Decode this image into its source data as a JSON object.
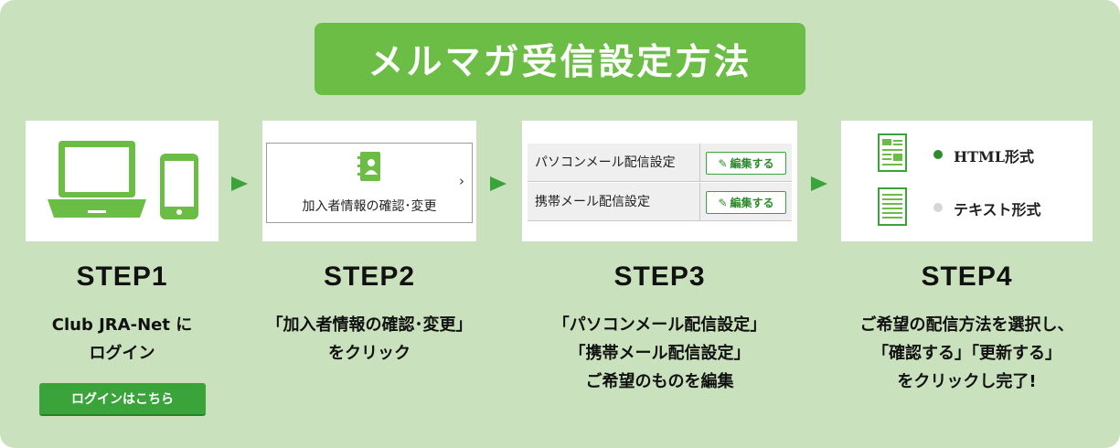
{
  "title": "メルマガ受信設定方法",
  "colors": {
    "panel_bg": "#c9e2bd",
    "banner": "#6cbd45",
    "accent_green": "#3aa33a",
    "icon_green": "#6cbd45"
  },
  "steps": [
    {
      "title": "STEP1",
      "desc": [
        "Club JRA-Net に",
        "ログイン"
      ],
      "icons": [
        "laptop-icon",
        "smartphone-icon"
      ],
      "button_label": "ログインはこちら"
    },
    {
      "title": "STEP2",
      "desc": [
        "「加入者情報の確認･変更」",
        "をクリック"
      ],
      "card_label": "加入者情報の確認･変更",
      "icons": [
        "address-book-icon",
        "chevron-right-icon"
      ]
    },
    {
      "title": "STEP3",
      "desc": [
        "「パソコンメール配信設定」",
        "「携帯メール配信設定」",
        "ご希望のものを編集"
      ],
      "rows": [
        {
          "label": "パソコンメール配信設定",
          "edit": "編集する"
        },
        {
          "label": "携帯メール配信設定",
          "edit": "編集する"
        }
      ]
    },
    {
      "title": "STEP4",
      "desc": [
        "ご希望の配信方法を選択し、",
        "「確認する」「更新する」",
        "をクリックし完了!"
      ],
      "options": [
        {
          "label": "HTML形式",
          "selected": true
        },
        {
          "label": "テキスト形式",
          "selected": false
        }
      ]
    }
  ]
}
